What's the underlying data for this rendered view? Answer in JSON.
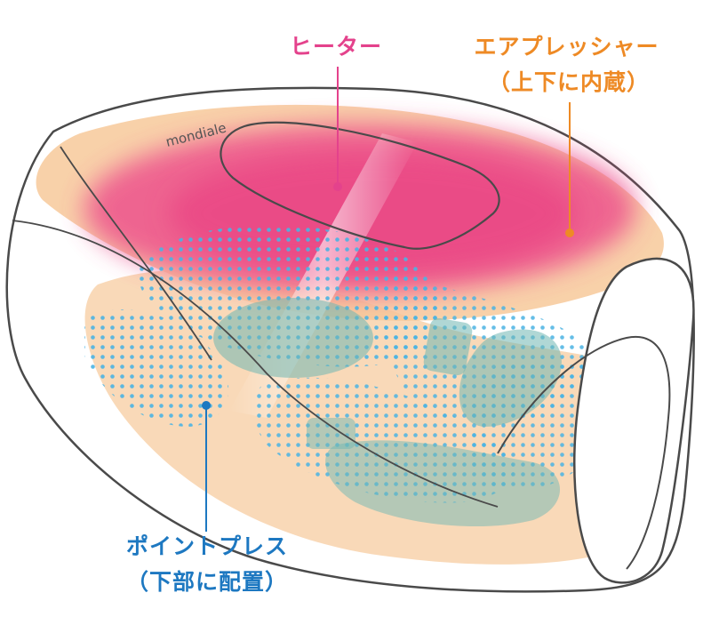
{
  "colors": {
    "heater": "#e4428c",
    "air_pressure": "#ee8a25",
    "point_press": "#1d78c1",
    "air_pad": "#f7c99a",
    "press_dot": "#4ab3e3",
    "outline": "#4a4a4a"
  },
  "labels": {
    "heater": "ヒーター",
    "air_pressure_title": "エアプレッシャー",
    "air_pressure_sub": "（上下に内蔵）",
    "point_press_title": "ポイントプレス",
    "point_press_sub": "（下部に配置）"
  },
  "device": {
    "brand": "mondiale"
  }
}
